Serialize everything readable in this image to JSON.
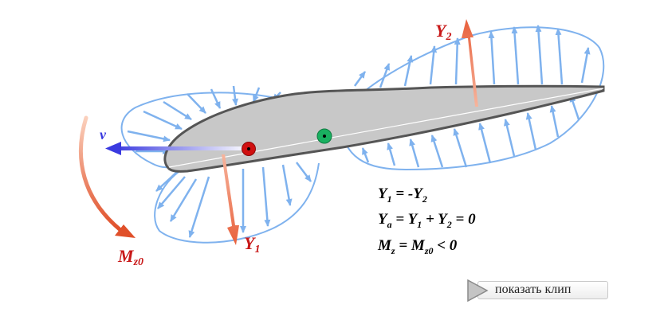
{
  "labels": {
    "velocity": "v",
    "y2_main": "Y",
    "y2_sub": "2",
    "y1_main": "Y",
    "y1_sub": "1",
    "moment_main": "M",
    "moment_sub": "z0"
  },
  "equations": [
    {
      "parts": [
        "Y",
        "1",
        " = -Y",
        "2",
        ""
      ]
    },
    {
      "parts": [
        "Y",
        "a",
        " = Y",
        "1",
        " + Y",
        "2",
        " = 0"
      ]
    },
    {
      "parts": [
        "M",
        "z",
        " = M",
        "z0",
        " < 0"
      ]
    }
  ],
  "button": {
    "label": "показать клип"
  },
  "colors": {
    "airfoil_fill": "#c8c8c8",
    "airfoil_stroke": "#555555",
    "pressure_arrows": "#7fb2ee",
    "force_arrow": "#e8603c",
    "velocity_arrow": "#3a3ae0",
    "center_red": "#d01010",
    "center_green": "#19b060",
    "label_red": "#c81818"
  }
}
